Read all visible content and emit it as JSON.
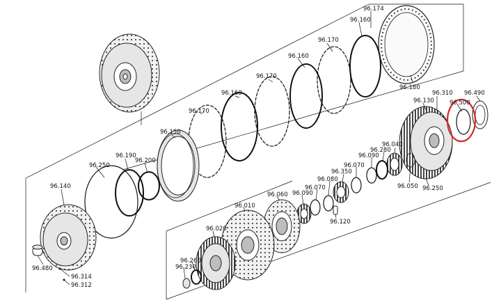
{
  "labels": {
    "l96_174": "96.174",
    "l96_160a": "96.160",
    "l96_170a": "96.170",
    "l96_160b": "96.160",
    "l96_170b": "96.170",
    "l96_160c": "96.160",
    "l96_170c": "96.170",
    "l96_180": "96.180",
    "l96_150": "96.150",
    "l96_310": "96.310",
    "l96_490": "96.490",
    "l96_130": "96.130",
    "l96_500": "96.500",
    "l96_190": "96.190",
    "l96_200": "96.200",
    "l96_250a": "96.250",
    "l96_040": "96.040",
    "l96_280": "96.280",
    "l96_090a": "96.090",
    "l96_070a": "96.070",
    "l96_350": "96.350",
    "l96_080": "96.080",
    "l96_070b": "96.070",
    "l96_090b": "96.090",
    "l96_060": "96.060",
    "l96_050": "96.050",
    "l96_250b": "96.250",
    "l96_140": "96.140",
    "l96_010": "96.010",
    "l96_120": "96.120",
    "l96_020": "96.020",
    "l96_260": "96.260",
    "l96_230": "96.230",
    "l96_480": "96.480",
    "l96_314": "96.314",
    "l96_312": "96.312"
  },
  "colors": {
    "highlight": "#d62828",
    "line": "#111111"
  }
}
